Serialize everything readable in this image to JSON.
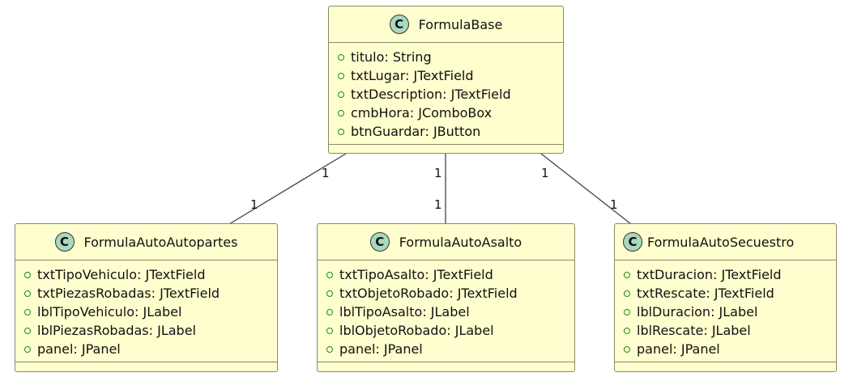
{
  "classes": [
    {
      "name": "FormulaBase",
      "glyph": "C",
      "attributes": [
        "titulo: String",
        "txtLugar: JTextField",
        "txtDescription: JTextField",
        "cmbHora: JComboBox",
        "btnGuardar: JButton"
      ]
    },
    {
      "name": "FormulaAutoAutopartes",
      "glyph": "C",
      "attributes": [
        "txtTipoVehiculo: JTextField",
        "txtPiezasRobadas: JTextField",
        "lblTipoVehiculo: JLabel",
        "lblPiezasRobadas: JLabel",
        "panel: JPanel"
      ]
    },
    {
      "name": "FormulaAutoAsalto",
      "glyph": "C",
      "attributes": [
        "txtTipoAsalto: JTextField",
        "txtObjetoRobado: JTextField",
        "lblTipoAsalto: JLabel",
        "lblObjetoRobado: JLabel",
        "panel: JPanel"
      ]
    },
    {
      "name": "FormulaAutoSecuestro",
      "glyph": "C",
      "attributes": [
        "txtDuracion: JTextField",
        "txtRescate: JTextField",
        "lblDuracion: JLabel",
        "lblRescate: JLabel",
        "panel: JPanel"
      ]
    }
  ],
  "associations": [
    {
      "from": "FormulaBase",
      "to": "FormulaAutoAutopartes",
      "from_mult": "1",
      "to_mult": "1"
    },
    {
      "from": "FormulaBase",
      "to": "FormulaAutoAsalto",
      "from_mult": "1",
      "to_mult": "1"
    },
    {
      "from": "FormulaBase",
      "to": "FormulaAutoSecuestro",
      "from_mult": "1",
      "to_mult": "1"
    }
  ],
  "colors": {
    "class_fill": "#fefece",
    "class_border": "#8a8a6a",
    "glyph_fill": "#a9d9be",
    "line": "#444444"
  }
}
